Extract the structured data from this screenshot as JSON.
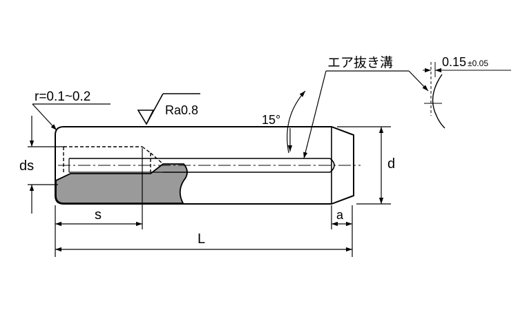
{
  "drawing": {
    "callouts": {
      "radius": "r=0.1~0.2",
      "roughness": "Ra0.8",
      "angle": "15°",
      "air_groove": "エア抜き溝",
      "groove_depth": "0.15",
      "groove_tolerance": "±0.05"
    },
    "dimensions": {
      "ds": "ds",
      "d": "d",
      "s": "s",
      "a": "a",
      "L": "L"
    }
  }
}
